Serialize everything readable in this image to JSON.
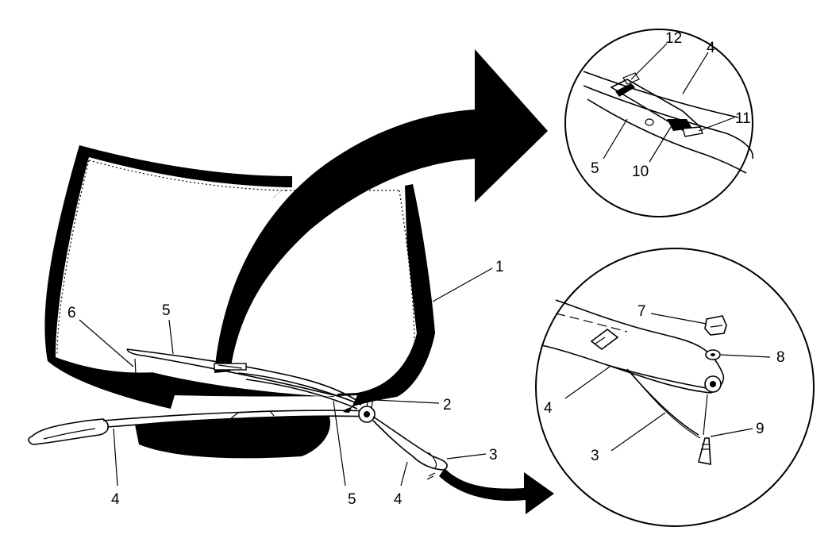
{
  "callouts": {
    "main_1": "1",
    "main_2": "2",
    "main_3": "3",
    "main_4_left": "4",
    "main_4_right": "4",
    "main_5_top": "5",
    "main_5_bottom": "5",
    "main_6": "6",
    "top_detail_4": "4",
    "top_detail_5": "5",
    "top_detail_10": "10",
    "top_detail_11": "11",
    "top_detail_12": "12",
    "bottom_detail_3": "3",
    "bottom_detail_4": "4",
    "bottom_detail_7": "7",
    "bottom_detail_8": "8",
    "bottom_detail_9": "9"
  },
  "colors": {
    "ink": "#000000",
    "paper": "#ffffff"
  }
}
